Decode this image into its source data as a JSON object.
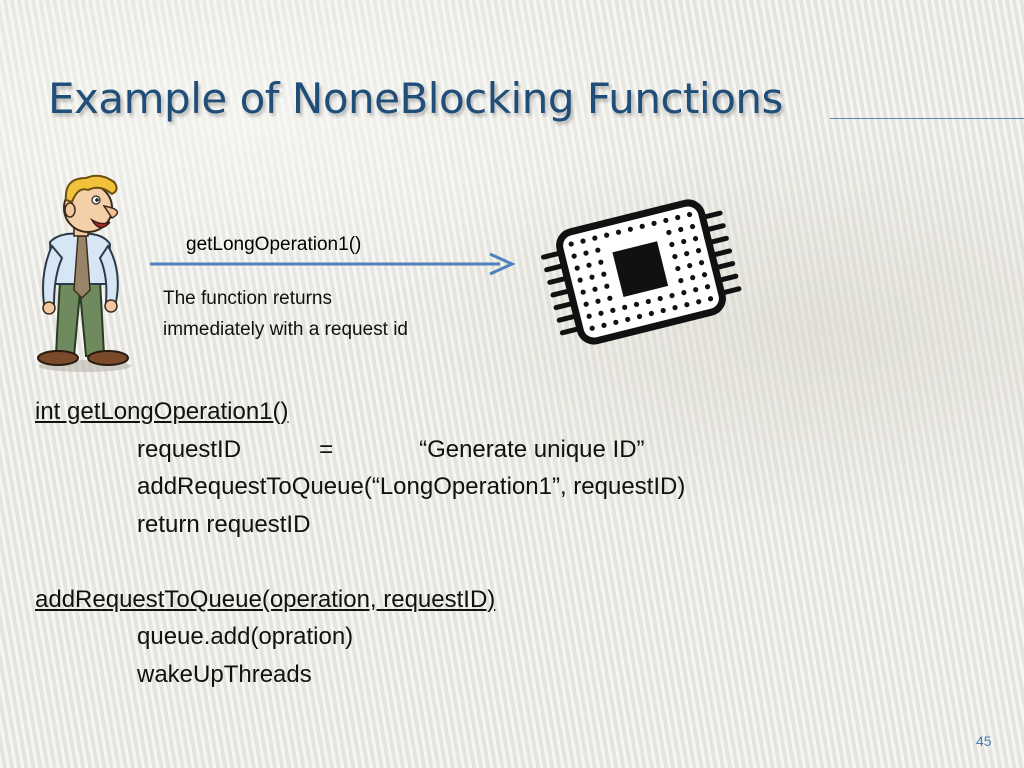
{
  "slide": {
    "title": "Example of NoneBlocking Functions",
    "page_number": "45"
  },
  "diagram": {
    "call_label": "getLongOperation1()",
    "note_line1": "The function returns",
    "note_line2": "immediately with a request id",
    "arrow_color": "#4f81bd"
  },
  "code": {
    "fn1_signature": "int getLongOperation1()",
    "line_request_id": "requestID",
    "line_equals": "=",
    "line_generate": "“Generate unique ID”",
    "line_add": "addRequestToQueue(“LongOperation1”, requestID)",
    "line_return": "return requestID",
    "fn2_signature": "addRequestToQueue(operation, requestID)",
    "line_queue_add": "queue.add(opration)",
    "line_wake": "wakeUpThreads"
  },
  "colors": {
    "title": "#1f4e79",
    "accent_rule": "#5b87b6",
    "page_number": "#4a7db0"
  }
}
